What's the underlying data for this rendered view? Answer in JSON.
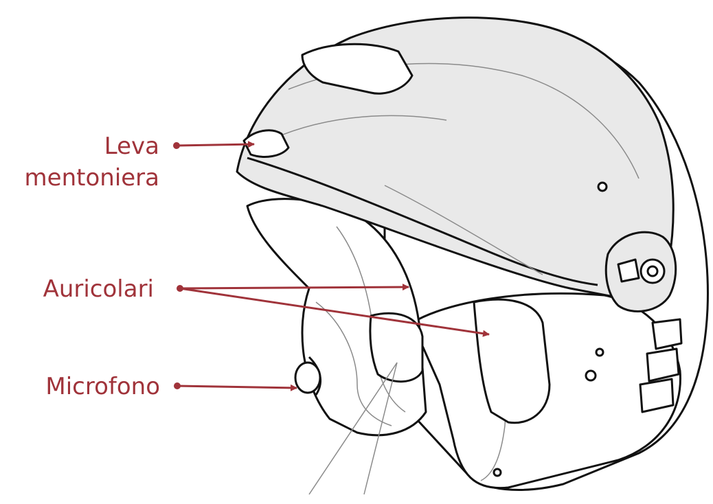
{
  "colors": {
    "callout": "#a0333a",
    "outline": "#111111",
    "detail": "#8a8a8a",
    "visor": "#e9e9e9",
    "shell": "#ffffff"
  },
  "callouts": {
    "chin_lever": {
      "line1": "Leva",
      "line2": "mentoniera"
    },
    "earphones": {
      "text": "Auricolari"
    },
    "microphone": {
      "text": "Microfono"
    }
  },
  "icons": {
    "helmet": "modular-motorcycle-helmet-illustration",
    "marker": "dot-marker",
    "arrow": "arrow-right"
  }
}
